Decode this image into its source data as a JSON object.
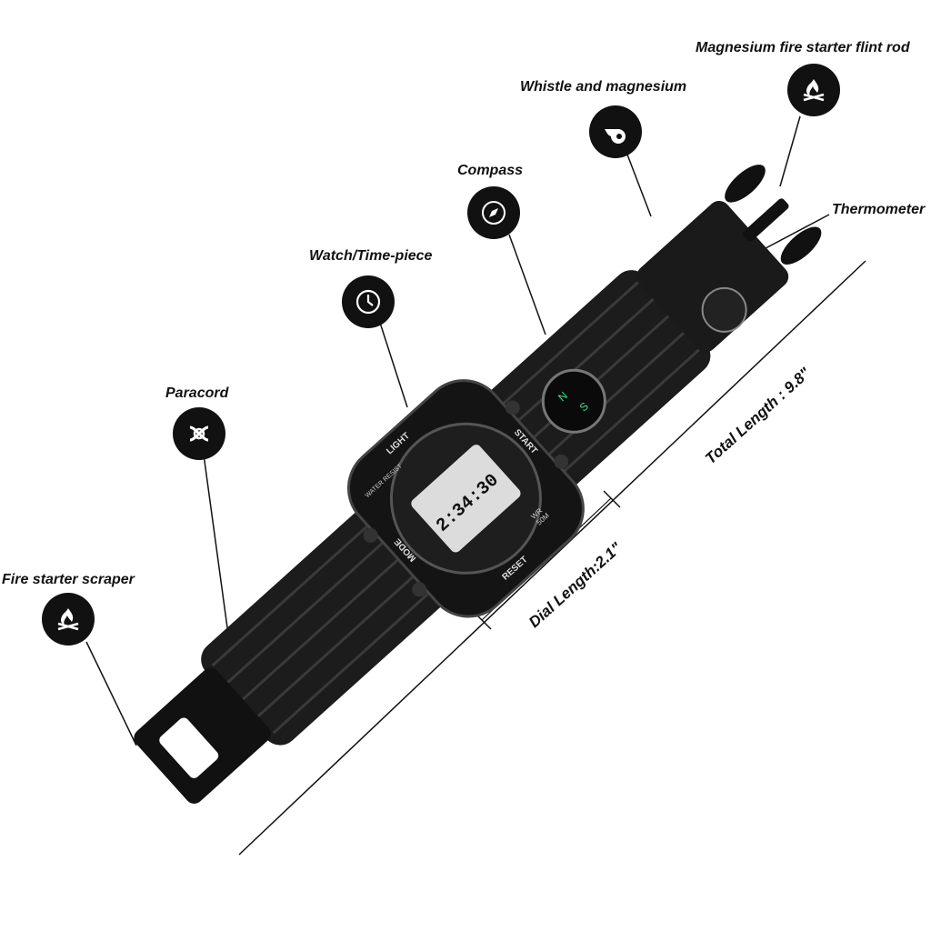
{
  "callouts": {
    "magnesium_rod": "Magnesium fire starter flint rod",
    "whistle": "Whistle and magnesium",
    "compass": "Compass",
    "thermometer": "Thermometer",
    "watch": "Watch/Time-piece",
    "paracord": "Paracord",
    "scraper": "Fire starter scraper"
  },
  "dimensions": {
    "total_length": "Total Length : 9.8\"",
    "dial_length": "Dial Length:2.1\""
  },
  "watch_face": {
    "top": "LIGHT",
    "left": "MODE",
    "right": "START",
    "bottom": "RESET",
    "display_time": "2:34:30",
    "bezel_left": "WATER RESIST",
    "bezel_right": "WR 50M"
  },
  "icons": {
    "magnesium_rod": "campfire-icon",
    "whistle": "whistle-icon",
    "compass": "compass-icon",
    "watch": "clock-icon",
    "paracord": "knot-icon",
    "scraper": "campfire-icon"
  }
}
